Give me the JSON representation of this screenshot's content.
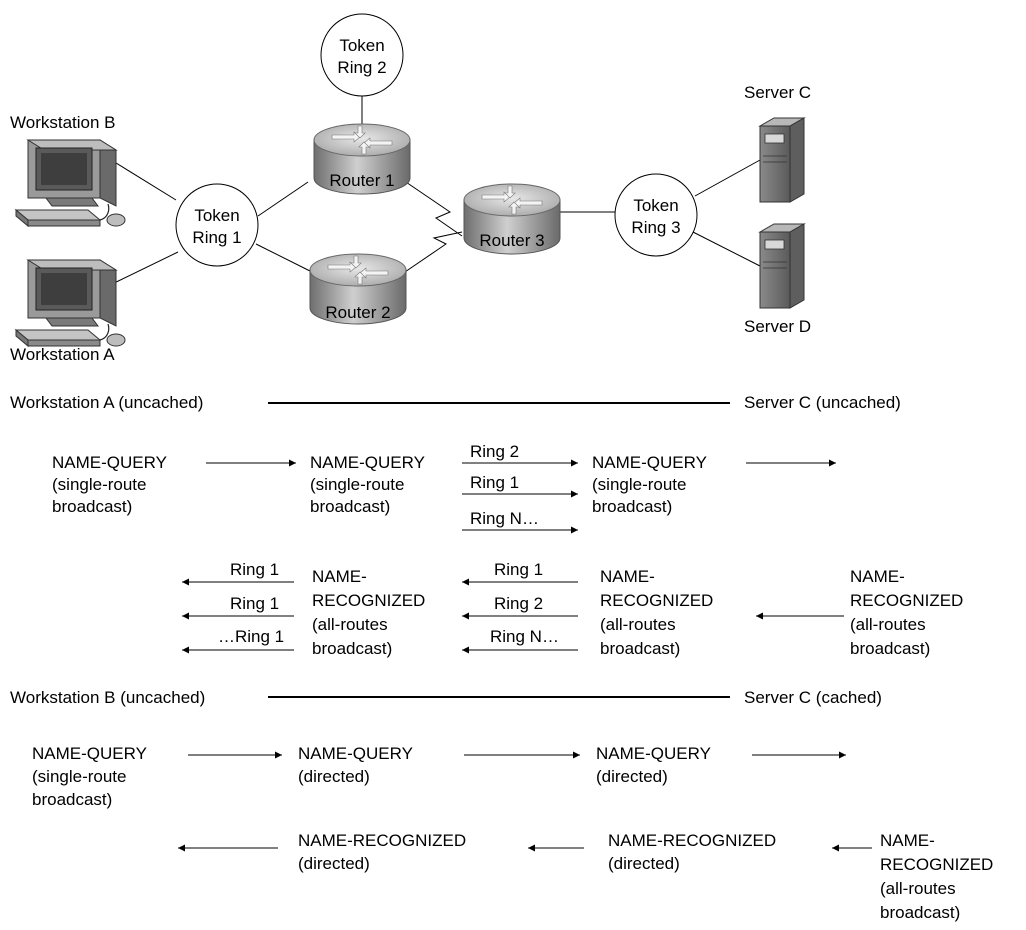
{
  "topology": {
    "workstation_b": "Workstation B",
    "workstation_a": "Workstation A",
    "ring1": [
      "Token",
      "Ring 1"
    ],
    "ring2": [
      "Token",
      "Ring 2"
    ],
    "ring3": [
      "Token",
      "Ring 3"
    ],
    "router1": "Router 1",
    "router2": "Router 2",
    "router3": "Router 3",
    "server_c": "Server C",
    "server_d": "Server D"
  },
  "scenario_a": {
    "left": "Workstation A (uncached)",
    "right": "Server C (uncached)",
    "query1": [
      "NAME-QUERY",
      "(single-route",
      "broadcast)"
    ],
    "query2": [
      "NAME-QUERY",
      "(single-route",
      "broadcast)"
    ],
    "query3": [
      "NAME-QUERY",
      "(single-route",
      "broadcast)"
    ],
    "fwd_rings": [
      "Ring 2",
      "Ring 1",
      "Ring N…"
    ],
    "rec_left_rings": [
      "Ring 1",
      "Ring 1",
      "…Ring 1"
    ],
    "rec_mid_rings": [
      "Ring 1",
      "Ring 2",
      "Ring N…"
    ],
    "rec1": [
      "NAME-",
      "RECOGNIZED",
      "(all-routes",
      "broadcast)"
    ],
    "rec2": [
      "NAME-",
      "RECOGNIZED",
      "(all-routes",
      "broadcast)"
    ],
    "rec3": [
      "NAME-",
      "RECOGNIZED",
      "(all-routes",
      "broadcast)"
    ]
  },
  "scenario_b": {
    "left": "Workstation B (uncached)",
    "right": "Server C (cached)",
    "query1": [
      "NAME-QUERY",
      "(single-route",
      "broadcast)"
    ],
    "query2": [
      "NAME-QUERY",
      "(directed)"
    ],
    "query3": [
      "NAME-QUERY",
      "(directed)"
    ],
    "rec1": [
      "NAME-RECOGNIZED",
      "(directed)"
    ],
    "rec2": [
      "NAME-RECOGNIZED",
      "(directed)"
    ],
    "rec3": [
      "NAME-",
      "RECOGNIZED",
      "(all-routes",
      "broadcast)"
    ]
  }
}
